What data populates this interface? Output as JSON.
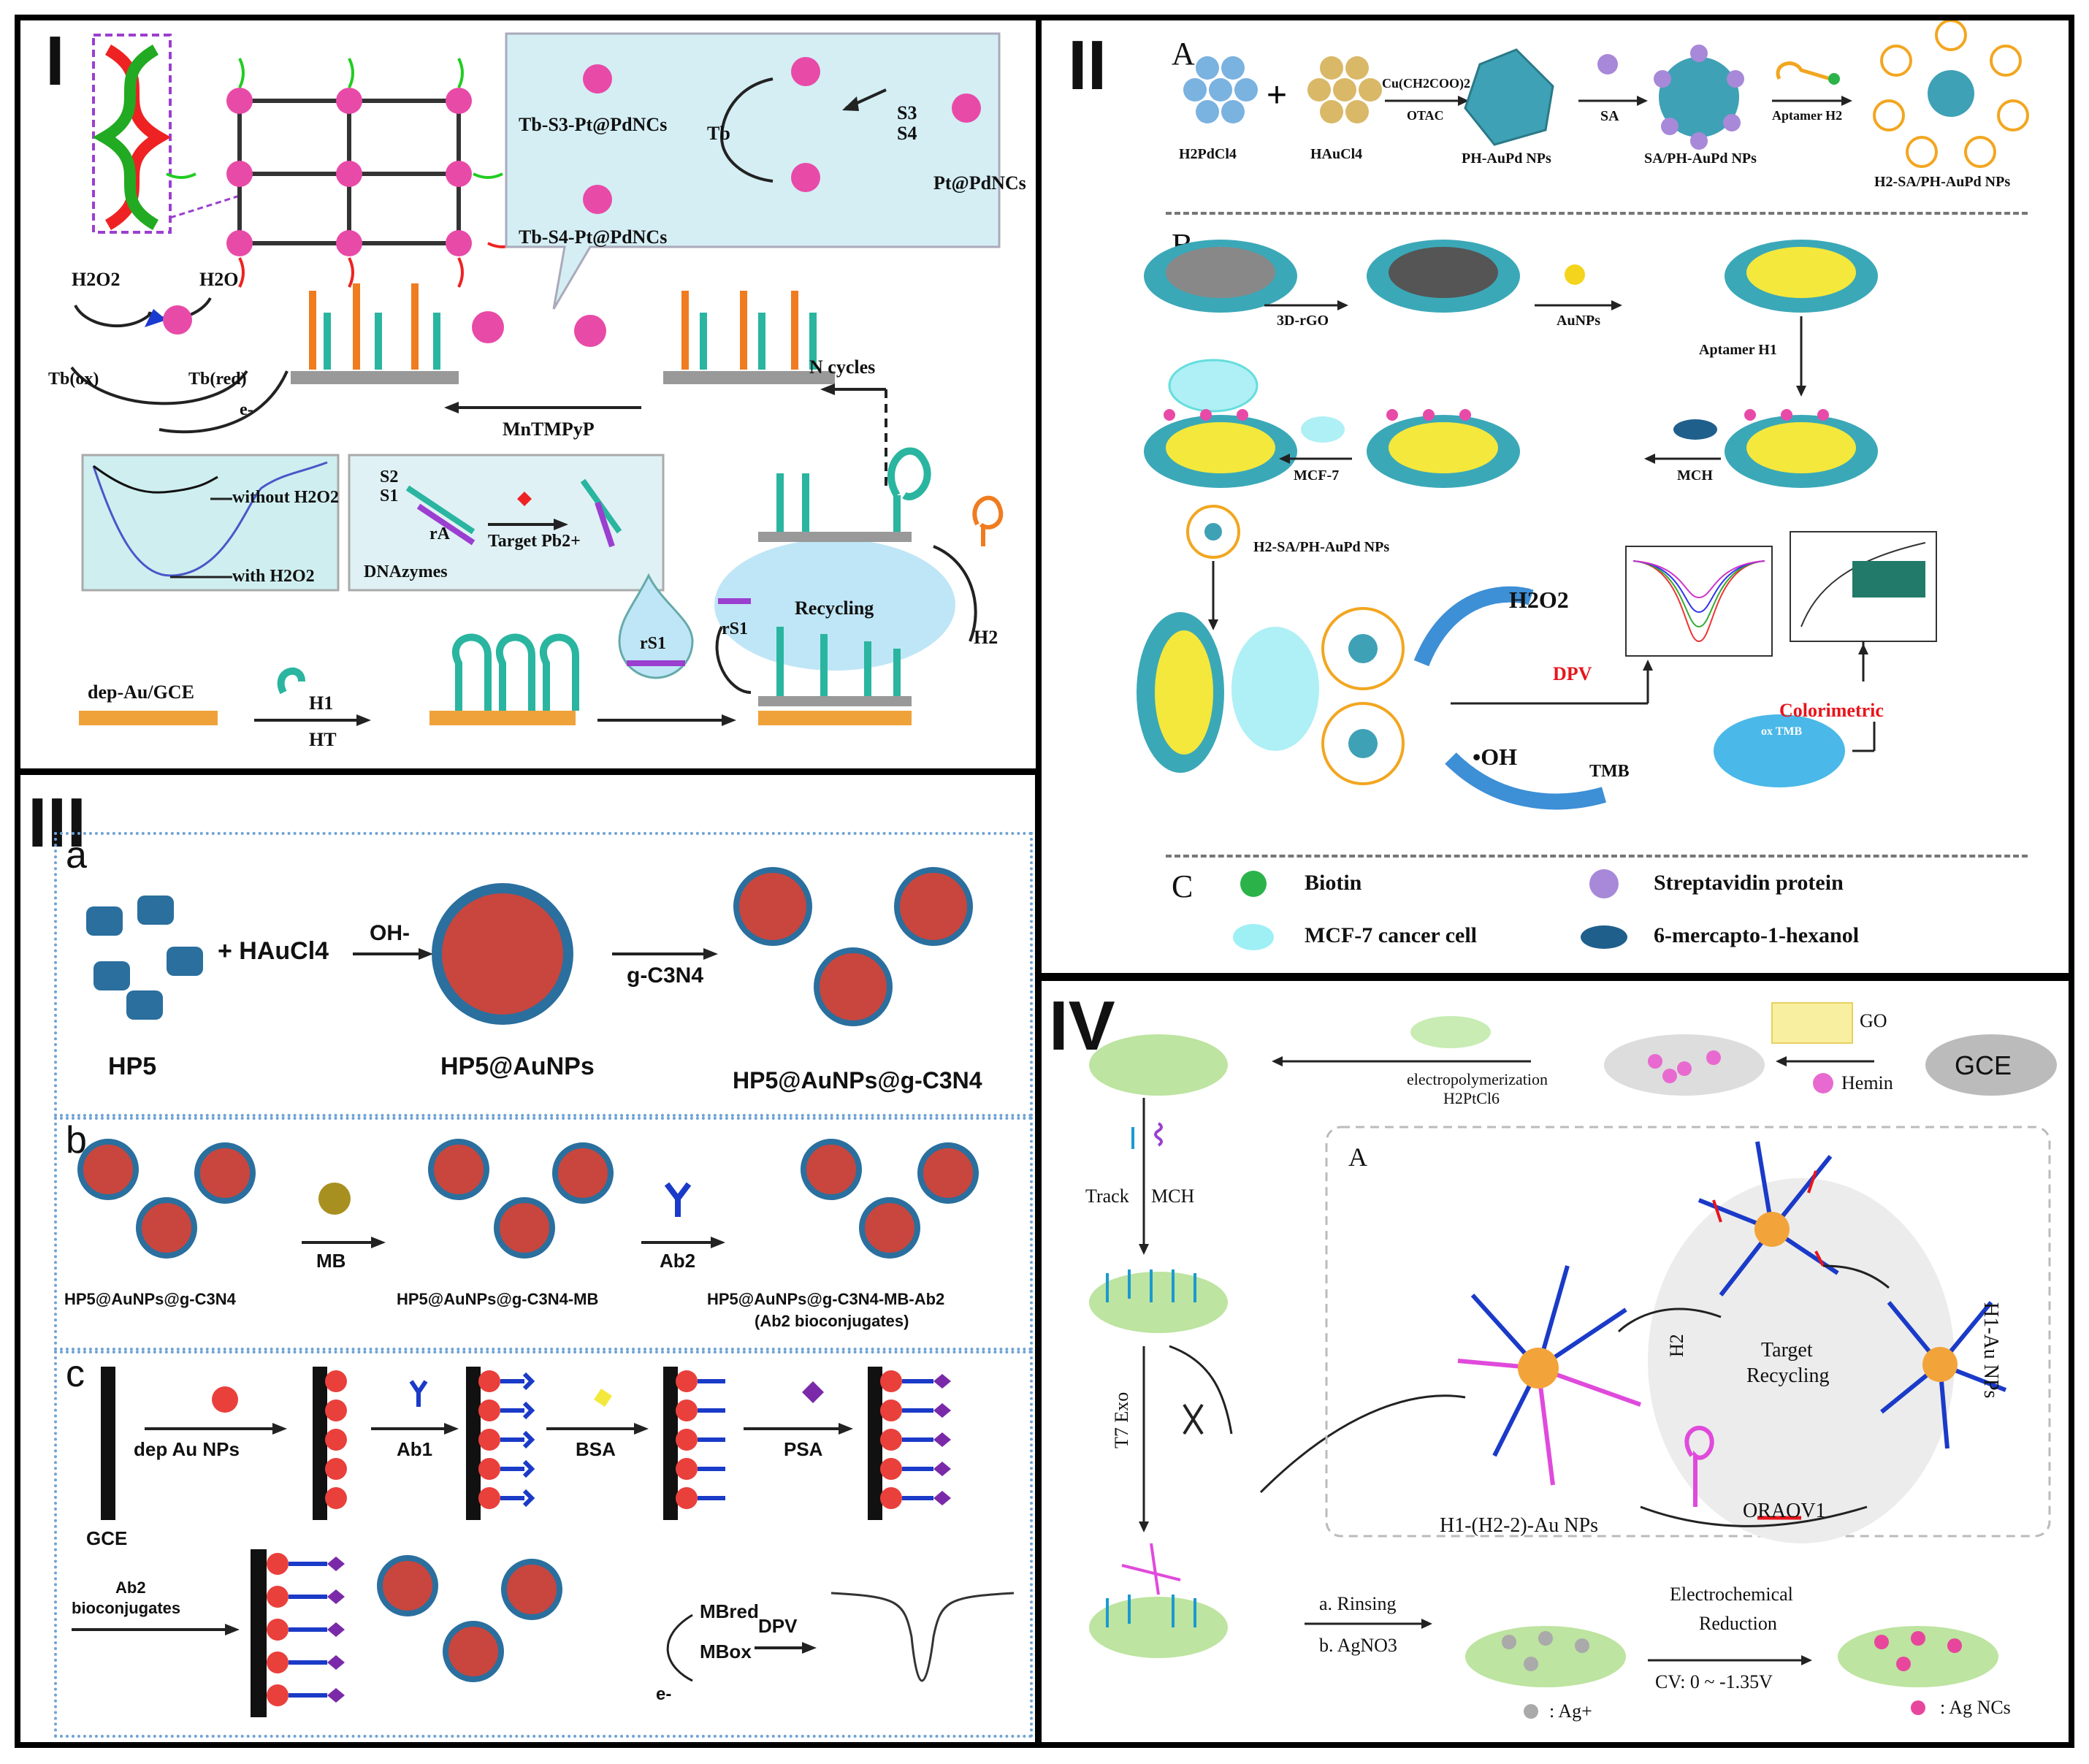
{
  "panel1": {
    "roman": "I",
    "tb_s3": "Tb-S3-Pt@PdNCs",
    "tb_s4": "Tb-S4-Pt@PdNCs",
    "tb": "Tb",
    "s3": "S3",
    "s4": "S4",
    "pt_pdncs": "Pt@PdNCs",
    "h2o2": "H2O2",
    "h2o": "H2O",
    "tb_ox": "Tb(ox)",
    "tb_red": "Tb(red)",
    "e": "e-",
    "mntmpyp": "MnTMPyP",
    "n_cycles": "N cycles",
    "without": "without H2O2",
    "with": "with H2O2",
    "s2": "S2",
    "s1": "S1",
    "ra": "rA",
    "target": "Target  Pb2+",
    "dnazymes": "DNAzymes",
    "recycling": "Recycling",
    "rs1": "rS1",
    "h2": "H2",
    "dep": "dep-Au/GCE",
    "h1": "H1",
    "ht": "HT"
  },
  "panel2": {
    "roman": "II",
    "A": "A",
    "B": "B",
    "C": "C",
    "h2pdcl4": "H2PdCl4",
    "haucl4": "HAuCl4",
    "cu": "Cu(CH2COO)2",
    "otac": "OTAC",
    "ph_aupd": "PH-AuPd NPs",
    "sa": "SA",
    "sa_ph": "SA/PH-AuPd NPs",
    "aptamer_h2": "Aptamer H2",
    "h2_sa_ph": "H2-SA/PH-AuPd NPs",
    "rgo": "3D-rGO",
    "aunps": "AuNPs",
    "aptamer_h1": "Aptamer H1",
    "mcf7": "MCF-7",
    "mch": "MCH",
    "h2_sa_ph2": "H2-SA/PH-AuPd NPs",
    "h2o2": "H2O2",
    "dpv": "DPV",
    "oh": "•OH",
    "tmb": "TMB",
    "colorimetric": "Colorimetric",
    "ox_tmb": "ox TMB",
    "legend_biotin": "Biotin",
    "legend_strep": "Streptavidin protein",
    "legend_mcf": "MCF-7 cancer cell",
    "legend_mch": "6-mercapto-1-hexanol",
    "colors": {
      "accent_red": "#e8141c",
      "cyan": "#38c4d8",
      "yellow": "#f4e83c"
    }
  },
  "panel3": {
    "roman": "III",
    "a": "a",
    "b": "b",
    "c": "c",
    "hp5": "HP5",
    "haucl4": "+ HAuCl4",
    "oh": "OH-",
    "hp5_au": "HP5@AuNPs",
    "gc3n4": "g-C3N4",
    "hp5_au_g": "HP5@AuNPs@g-C3N4",
    "hp5_au_g2": "HP5@AuNPs@g-C3N4",
    "mb": "MB",
    "hp5_mb": "HP5@AuNPs@g-C3N4-MB",
    "ab2": "Ab2",
    "hp5_mb_ab2": "HP5@AuNPs@g-C3N4-MB-Ab2",
    "ab2_bio": "(Ab2 bioconjugates)",
    "dep": "dep Au NPs",
    "ab1": "Ab1",
    "bsa": "BSA",
    "psa": "PSA",
    "gce": "GCE",
    "ab2_bioconj": "Ab2 bioconjugates",
    "mb_red": "MBred",
    "mb_ox": "MBox",
    "e": "e-",
    "dpv": "DPV"
  },
  "panel4": {
    "roman": "IV",
    "go": "GO",
    "hemin": "Hemin",
    "gce": "GCE",
    "electropoly": "electropolymerization",
    "h2ptcl6": "H2PtCl6",
    "track": "Track",
    "mch": "MCH",
    "A": "A",
    "h1_au": "H1-Au NPs",
    "target_recycling": "Target Recycling",
    "h2": "H2",
    "t7exo": "T7 Exo",
    "h1_h2_au": "H1-(H2-2)-Au NPs",
    "oraov1": "ORAOV1",
    "rinsing": "a. Rinsing",
    "agno3": "b. AgNO3",
    "ag_plus": ": Ag+",
    "electro_red": "Electrochemical Reduction",
    "cv": "CV: 0 ~ -1.35V",
    "ag_ncs": ": Ag NCs"
  }
}
